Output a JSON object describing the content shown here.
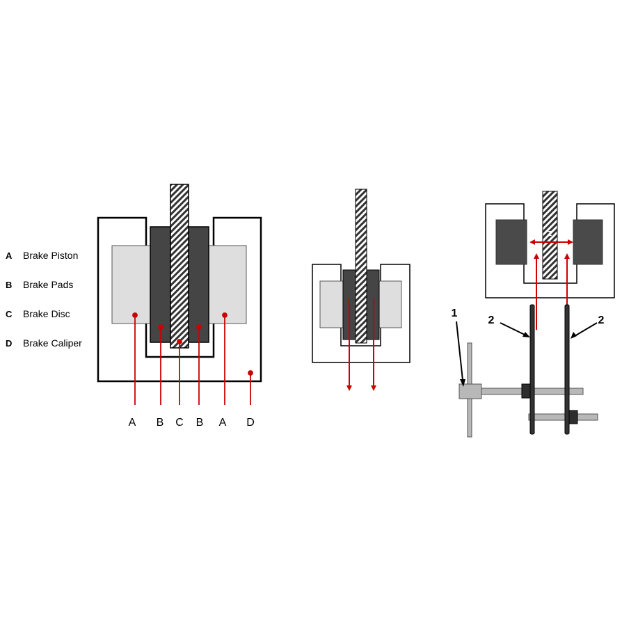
{
  "legend": [
    {
      "key": "A",
      "label": "Brake Piston"
    },
    {
      "key": "B",
      "label": "Brake Pads"
    },
    {
      "key": "C",
      "label": "Brake Disc"
    },
    {
      "key": "D",
      "label": "Brake Caliper"
    }
  ],
  "callouts": [
    "A",
    "B",
    "C",
    "B",
    "A",
    "D"
  ],
  "tool_labels": {
    "tool": "1",
    "plate_left": "2",
    "plate_right": "2"
  },
  "gap_label": "z",
  "colors": {
    "outline": "#000000",
    "pad": "#454545",
    "piston": "#dedede",
    "arrow": "#cc0000",
    "rod": "#b8b8b8"
  }
}
